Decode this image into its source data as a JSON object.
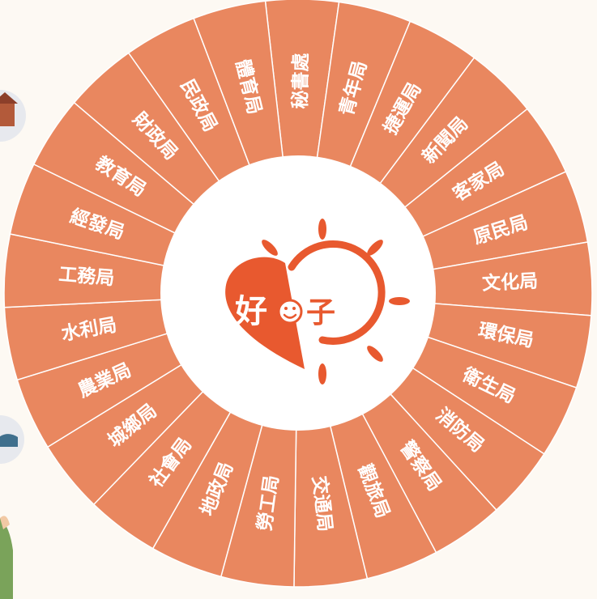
{
  "wheel": {
    "segments": [
      "秘書處",
      "青年局",
      "捷運局",
      "新聞局",
      "客家局",
      "原民局",
      "文化局",
      "環保局",
      "衛生局",
      "消防局",
      "警察局",
      "觀旅局",
      "交通局",
      "勞工局",
      "地政局",
      "社會局",
      "城鄉局",
      "農業局",
      "水利局",
      "工務局",
      "經發局",
      "教育局",
      "財政局",
      "民政局",
      "體育局"
    ],
    "colors": {
      "segment": "#e9875f",
      "divider": "#ffffff",
      "center": "#ffffff",
      "background": "#fdf9f3"
    }
  },
  "logo": {
    "char_left": "好",
    "char_right": "子",
    "colors": {
      "heart": "#e8592f",
      "sun": "#e8592f",
      "text_right": "#e8592f"
    }
  },
  "decor": {
    "left_top_icon": "house-icon",
    "left_mid_icon": "shoe-icon",
    "left_bottom_figure": "person-figure"
  }
}
